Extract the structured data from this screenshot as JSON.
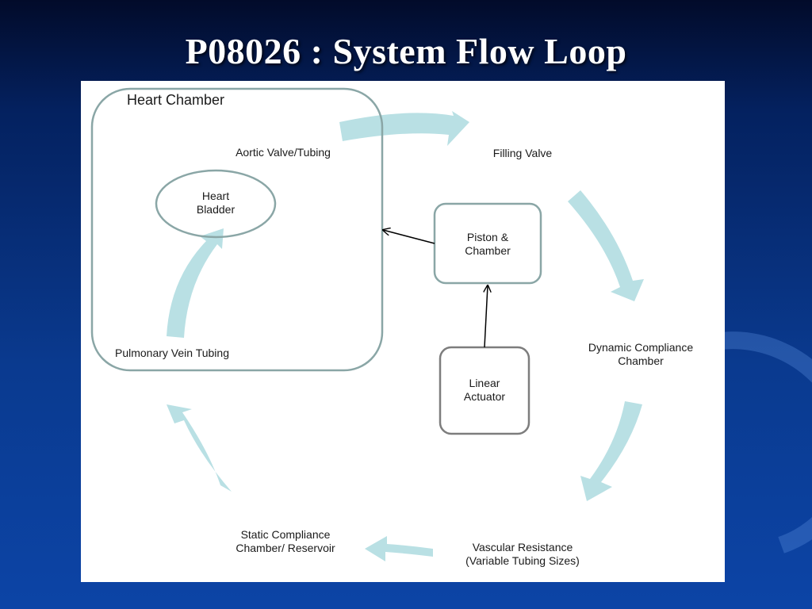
{
  "slide": {
    "title": "P08026 : System Flow Loop"
  },
  "diagram": {
    "heart_chamber": "Heart Chamber",
    "aortic_valve": "Aortic Valve/Tubing",
    "heart_bladder": "Heart Bladder",
    "pulmonary_vein": "Pulmonary Vein Tubing",
    "filling_valve": "Filling Valve",
    "piston_chamber": "Piston & Chamber",
    "linear_actuator": "Linear Actuator",
    "dynamic_compliance": "Dynamic Compliance Chamber",
    "vascular_resistance": "Vascular Resistance (Variable Tubing Sizes)",
    "static_compliance": "Static Compliance Chamber/ Reservoir"
  },
  "colors": {
    "flow_arrow": "#b9e0e4",
    "box_border": "#8aa6a6",
    "actuator_border": "#7d7d7d",
    "connector": "#000000"
  }
}
